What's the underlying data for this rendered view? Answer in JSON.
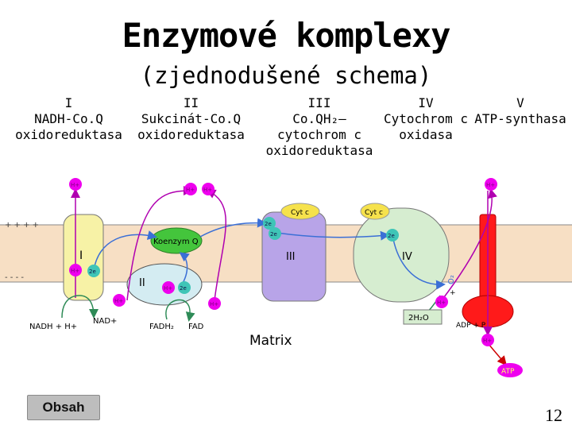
{
  "title": "Enzymové komplexy",
  "subtitle": "(zjednodušené schema)",
  "complexes": [
    {
      "lines": [
        "I",
        "NADH-Co.Q",
        "oxidoreduktasa"
      ]
    },
    {
      "lines": [
        "II",
        "Sukcinát-Co.Q",
        "oxidoreduktasa"
      ]
    },
    {
      "lines": [
        "III",
        "Co.QH₂–",
        "cytochrom c",
        "oxidoreduktasa"
      ]
    },
    {
      "lines": [
        "IV",
        "Cytochrom c",
        "oxidasa"
      ]
    },
    {
      "lines": [
        "V",
        "ATP-synthasa"
      ]
    }
  ],
  "diagram": {
    "plus_charges": "+ + + +",
    "minus_charges": "- - - -",
    "proton": "H+",
    "electron": "2e",
    "cyt_c": "Cyt c",
    "koenzym_q": "Koenzym Q",
    "complex_I": "I",
    "complex_II": "II",
    "complex_III": "III",
    "complex_IV": "IV",
    "nadh": "NADH + H+",
    "nad": "NAD+",
    "fadh2": "FADH₂",
    "fad": "FAD",
    "matrix": "Matrix",
    "o2": "O₂",
    "plus": "+",
    "water": "2H₂O",
    "adp": "ADP + P",
    "atp": "ATP"
  },
  "colors": {
    "membrane": "#f7dfc4",
    "complex_I": "#f7f2a6",
    "complex_II": "#d4ecf2",
    "complex_III": "#b8a4e8",
    "complex_IV": "#d6edd0",
    "atp_synthase": "#ff1a1a",
    "proton": "#ee00ee",
    "coq": "#44c53c",
    "electron": "#3fc5b7",
    "cytc": "#f6e24c"
  },
  "footer": {
    "button": "Obsah",
    "page": "12"
  }
}
